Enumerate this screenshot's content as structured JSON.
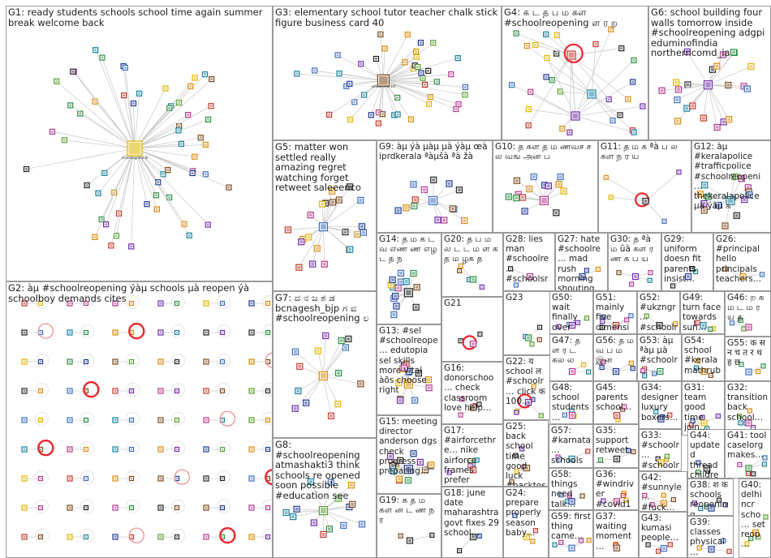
{
  "graph": {
    "edge_color": "#c8c8c8",
    "highlight_edge_color": "#e8262b",
    "border_color": "#9a9a9a",
    "groups": [
      {
        "id": "G1",
        "label": "G1: ready students schools school time again summer break welcome back",
        "hub": "vnamaagraha.bl"
      },
      {
        "id": "G2",
        "label": "G2: àµ #schoolreopening ýàµ schools µà reopen ýà schoolboy demands cites"
      },
      {
        "id": "G3",
        "label": "G3: elementary school tutor teacher chalk stick figure business card 40",
        "hub": "edutainmentaf"
      },
      {
        "id": "G4",
        "label": "G4: க ட த ப ம கள #schoolreopening ள ர ற"
      },
      {
        "id": "G5",
        "label": "G5: matter won settled really amazing regret watching forget retweet saleeenco"
      },
      {
        "id": "G6",
        "label": "G6: school building four walls tomorrow inside #schoolreopening adgpi eduminofindia northerncomd_ia"
      },
      {
        "id": "G7",
        "label": "G7: ದ ನ ಜ ಶ ಡ bcnagesh_bjp ಗ ವ #schoolreopening ಲ"
      },
      {
        "id": "G8",
        "label": "G8: #schoolreopening atmashakti3 think schools re opened soon possible #education see"
      },
      {
        "id": "G9",
        "label": "G9: àµ ýà µàµ µà ýàµ œà iprdkerala ªàµšà ªà žà"
      },
      {
        "id": "G10",
        "label": "G10: த கள த ம ணவச ச ல வங அன ப"
      },
      {
        "id": "G11",
        "label": "G11: த ம க ªà ப ல கள ந ர ய"
      },
      {
        "id": "G12",
        "label": "G12: àµ #keralapolice #trafficpolice #schoolreopeni… thekeralapolice µà ýàµ க"
      },
      {
        "id": "G13",
        "label": "G13: #sel #schoolreope… edutopia sel skills more vital àõs choose right"
      },
      {
        "id": "G14",
        "label": "G14: த ம க ட வ எண ண எழ ட த ந"
      },
      {
        "id": "G15",
        "label": "G15: meeting director anderson dgs check progress preparing…"
      },
      {
        "id": "G16",
        "label": "G16: donorschoo… check classroom love help…"
      },
      {
        "id": "G17",
        "label": "G17: #airforcethre… nike airforce frames prefer available…"
      },
      {
        "id": "G18",
        "label": "G18: june date maharashtra govt fixes 29 school…"
      },
      {
        "id": "G19",
        "label": "G19: க த ம கள ன ட ண ந ர"
      },
      {
        "id": "G20",
        "label": "G20: த ப ம ல ட ட ம ள க த ம ழக த"
      },
      {
        "id": "G21",
        "label": "G21"
      },
      {
        "id": "G22",
        "label": "G22: य school ल #schoolr… click क 100…"
      },
      {
        "id": "G23",
        "label": "G23"
      },
      {
        "id": "G24",
        "label": "G24: prepare properly season baby…"
      },
      {
        "id": "G25",
        "label": "G25: back school time good luck #backtos…"
      },
      {
        "id": "G26",
        "label": "G26: #principal hello principals teachers…"
      },
      {
        "id": "G27",
        "label": "G27: hate #schoolre… mad rush morning shouting…"
      },
      {
        "id": "G28",
        "label": "G28: lies man #schoolre… #schoolsr… #room402…"
      },
      {
        "id": "G29",
        "label": "G29: uniform doesn fit parents insist…"
      },
      {
        "id": "G30",
        "label": "G30: த ªà ம ûà கள ர ண க ப ய"
      },
      {
        "id": "G31",
        "label": "G31: team good time join…"
      },
      {
        "id": "G32",
        "label": "G32: transition back school…"
      },
      {
        "id": "G33",
        "label": "G33: #schoolr… #schoolr…"
      },
      {
        "id": "G34",
        "label": "G34: designer luxury boxers…"
      },
      {
        "id": "G35",
        "label": "G35: support retweet…"
      },
      {
        "id": "G36",
        "label": "G36: #windriver #covid19…"
      },
      {
        "id": "G37",
        "label": "G37: waiting moment…"
      },
      {
        "id": "G38",
        "label": "G38: श क schools reopening…"
      },
      {
        "id": "G39",
        "label": "G39: classes physical…"
      },
      {
        "id": "G40",
        "label": "G40: delhi ncr scho… set reop…"
      },
      {
        "id": "G41",
        "label": "G41: tool caselorg makes…"
      },
      {
        "id": "G42",
        "label": "G42: #sunnyle… #fuck…"
      },
      {
        "id": "G43",
        "label": "G43: kumasi people…"
      },
      {
        "id": "G44",
        "label": "G44: updated thread childre…"
      },
      {
        "id": "G45",
        "label": "G45: parents school…"
      },
      {
        "id": "G46",
        "label": "G46: ற க ம ட ம ர ய த"
      },
      {
        "id": "G47",
        "label": "G47: த ள ர ட கல ல"
      },
      {
        "id": "G48",
        "label": "G48: school students…"
      },
      {
        "id": "G49",
        "label": "G49: turn face towards sun…"
      },
      {
        "id": "G50",
        "label": "G50: wait finally over emptine…"
      },
      {
        "id": "G51",
        "label": "G51: mainly five dimensi…"
      },
      {
        "id": "G52",
        "label": "G52: #ukzngr… #schoolr… #lockdo…"
      },
      {
        "id": "G53",
        "label": "G53: àµ ªàµ µà #schoolr…"
      },
      {
        "id": "G54",
        "label": "G54: school #kerala mathrub…"
      },
      {
        "id": "G55",
        "label": "G55: क स न च त र थ ह छ"
      },
      {
        "id": "G56",
        "label": "G56: த ம வ ப ம இன"
      },
      {
        "id": "G57",
        "label": "G57: #karnata… schools…"
      },
      {
        "id": "G58",
        "label": "G58: things need talk…"
      },
      {
        "id": "G59",
        "label": "G59: first thing came…"
      }
    ]
  }
}
